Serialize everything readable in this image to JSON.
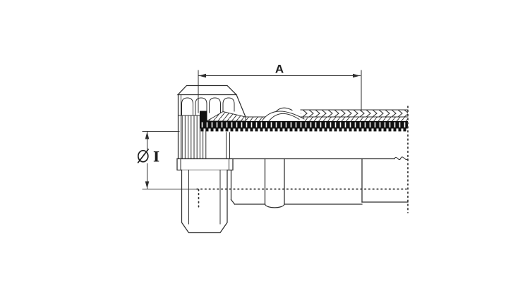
{
  "drawing": {
    "kind": "technical-drawing",
    "view": "hose-fitting-side-view",
    "labels": {
      "length_dimension": "A",
      "inner_dimension": "I",
      "diameter_symbol": "⌀"
    },
    "colors": {
      "background": "#ffffff",
      "line": "#2e2e2e",
      "section_fill": "#111111"
    }
  }
}
